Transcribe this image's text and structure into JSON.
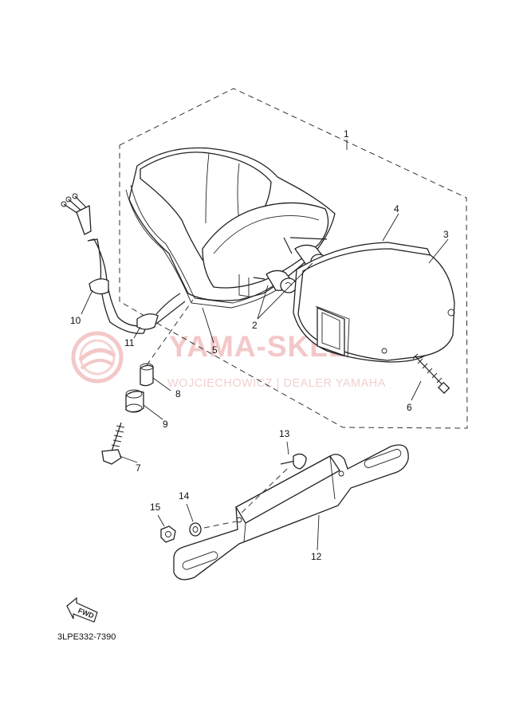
{
  "diagram": {
    "code": "3LPE332-7390",
    "fwd_label": "FWD",
    "callouts": [
      {
        "id": "1",
        "label": "1"
      },
      {
        "id": "2",
        "label": "2"
      },
      {
        "id": "3",
        "label": "3"
      },
      {
        "id": "4",
        "label": "4"
      },
      {
        "id": "5",
        "label": "5"
      },
      {
        "id": "6",
        "label": "6"
      },
      {
        "id": "7",
        "label": "7"
      },
      {
        "id": "8",
        "label": "8"
      },
      {
        "id": "9",
        "label": "9"
      },
      {
        "id": "10",
        "label": "10"
      },
      {
        "id": "11",
        "label": "11"
      },
      {
        "id": "12",
        "label": "12"
      },
      {
        "id": "13",
        "label": "13"
      },
      {
        "id": "14",
        "label": "14"
      },
      {
        "id": "15",
        "label": "15"
      }
    ]
  },
  "watermark": {
    "title": "YAMA-SKLEP.PL",
    "subtitle": "WOJCIECHOWICZ | DEALER YAMAHA"
  },
  "colors": {
    "line": "#222222",
    "watermark": "#f3c8c8",
    "background": "#ffffff"
  }
}
